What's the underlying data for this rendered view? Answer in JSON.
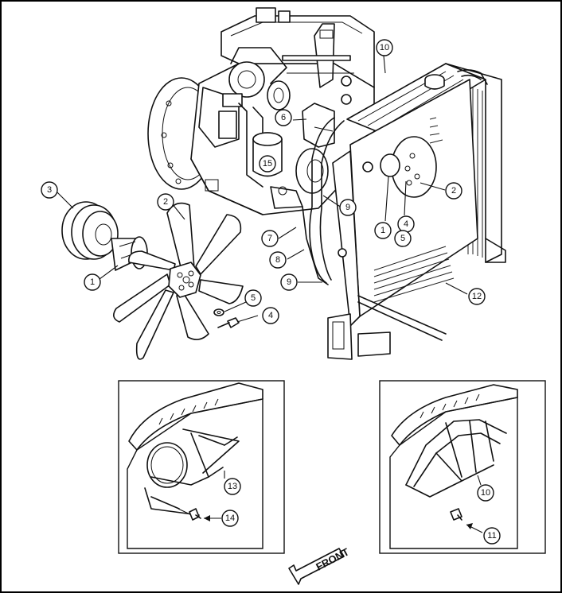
{
  "callouts": {
    "c1a": "1",
    "c1b": "1",
    "c2a": "2",
    "c2b": "2",
    "c3": "3",
    "c4a": "4",
    "c4b": "4",
    "c5a": "5",
    "c5b": "5",
    "c6": "6",
    "c7": "7",
    "c8": "8",
    "c9a": "9",
    "c9b": "9",
    "c10a": "10",
    "c10b": "10",
    "c11": "11",
    "c12": "12",
    "c13": "13",
    "c14": "14",
    "c15": "15"
  },
  "front_label": "FRONT",
  "colors": {
    "line": "#111111",
    "background": "#ffffff",
    "border": "#000000"
  }
}
